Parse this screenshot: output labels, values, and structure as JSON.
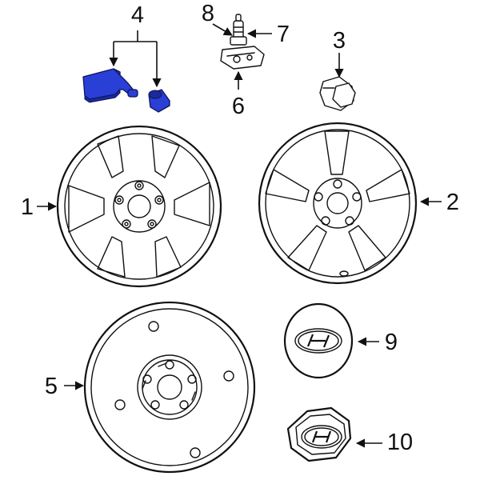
{
  "diagram": {
    "highlight_color": "#2a3fd6",
    "line_color": "#111111",
    "callouts": {
      "c1": "1",
      "c2": "2",
      "c3": "3",
      "c4": "4",
      "c5": "5",
      "c6": "6",
      "c7": "7",
      "c8": "8",
      "c9": "9",
      "c10": "10"
    }
  }
}
